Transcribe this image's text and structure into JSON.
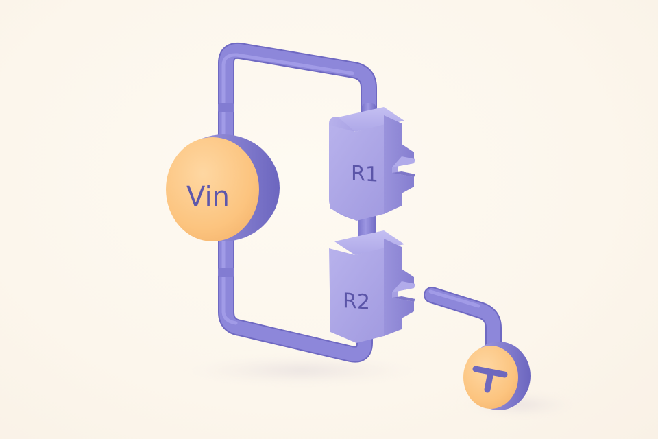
{
  "diagram": {
    "type": "circuit",
    "subject": "voltage divider",
    "style": "3D clay render",
    "colors": {
      "background": "#fdf8ef",
      "wire": "#8a84d6",
      "wire_shadow": "#6d66c2",
      "resistor_body": "#a9a2e3",
      "resistor_side": "#8f88d6",
      "source_face": "#fdc98a",
      "source_rim": "#8a84d6",
      "label_ink": "#5b55a8"
    },
    "components": [
      {
        "id": "vin",
        "kind": "voltage-source",
        "label": "Vin"
      },
      {
        "id": "r1",
        "kind": "resistor",
        "label": "R1"
      },
      {
        "id": "r2",
        "kind": "resistor",
        "label": "R2"
      },
      {
        "id": "out",
        "kind": "output-terminal",
        "label": "⊤"
      }
    ],
    "connections": [
      {
        "from": "vin",
        "to": "r1",
        "path": "top wire"
      },
      {
        "from": "r1",
        "to": "r2",
        "path": "series link"
      },
      {
        "from": "r2",
        "to": "vin",
        "path": "bottom return wire"
      },
      {
        "from": "r2",
        "to": "out",
        "path": "tap wire from R2 side"
      }
    ]
  },
  "labels": {
    "vin": "Vin",
    "r1": "R1",
    "r2": "R2",
    "out": "⊤"
  }
}
